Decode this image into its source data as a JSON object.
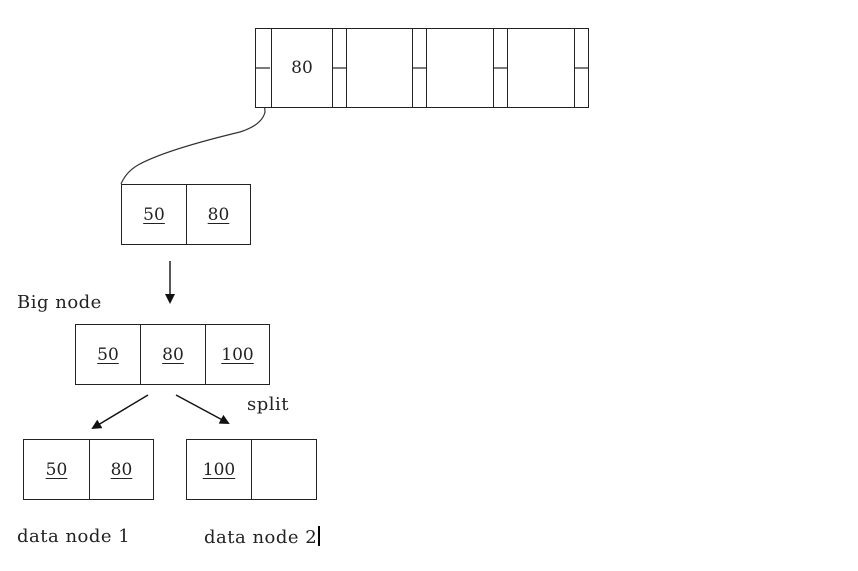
{
  "index_node": {
    "keys": [
      "80",
      "",
      "",
      ""
    ]
  },
  "parent_node": {
    "keys": [
      "50",
      "80"
    ]
  },
  "big_node": {
    "label": "Big node",
    "keys": [
      "50",
      "80",
      "100"
    ]
  },
  "split_label": "split",
  "data_node_1": {
    "label": "data node 1",
    "keys": [
      "50",
      "80"
    ]
  },
  "data_node_2": {
    "label": "data node 2",
    "keys": [
      "100",
      ""
    ]
  }
}
